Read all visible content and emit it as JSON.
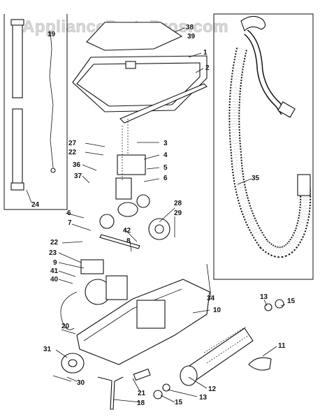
{
  "watermark": "AppliancePartsPros.com",
  "callouts": {
    "c1": "1",
    "c2": "2",
    "c3": "3",
    "c4": "4",
    "c5": "5",
    "c6a": "6",
    "c6b": "6",
    "c7": "7",
    "c8": "8",
    "c9": "9",
    "c10": "10",
    "c11": "11",
    "c12": "12",
    "c13a": "13",
    "c13b": "13",
    "c15a": "15",
    "c15b": "15",
    "c18": "18",
    "c19": "19",
    "c20": "20",
    "c21": "21",
    "c22a": "22",
    "c22b": "22",
    "c23": "23",
    "c24": "24",
    "c27": "27",
    "c28": "28",
    "c29": "29",
    "c30": "30",
    "c31": "31",
    "c34": "34",
    "c35": "35",
    "c36": "36",
    "c37": "37",
    "c38": "38",
    "c39": "39",
    "c40": "40",
    "c41": "41",
    "c42": "42"
  }
}
